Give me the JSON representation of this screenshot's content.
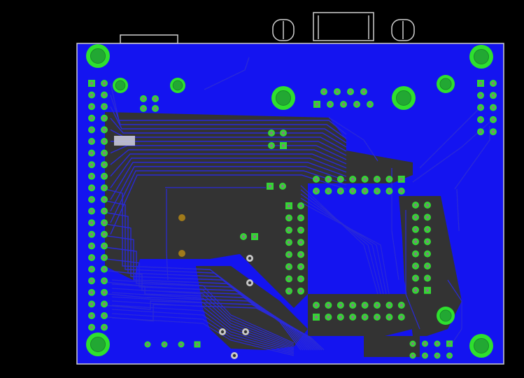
{
  "view": {
    "background_color": "#000000",
    "board_color": "#1414f0",
    "copper_pour_color": "#333333",
    "trace_color": "#2a2ad8",
    "pad_color": "#33d633",
    "pad_ring_color": "#22bb22",
    "drill_color": "#7f7f7f",
    "mount_hole_color": "#2ee02e",
    "square_pad_color": "#33d633",
    "gold_via_color": "#a07a1a",
    "silkscreen_color": "#b8b8b8",
    "outline_color": "#cfcfcf",
    "label_patch_color": "#c8c8d8"
  },
  "layers": [
    "board-outline",
    "copper-pour",
    "traces",
    "pads",
    "silkscreen"
  ],
  "components": [
    "mounting-hole",
    "pin-header",
    "connector",
    "chip-socket",
    "via",
    "edge-connector"
  ]
}
